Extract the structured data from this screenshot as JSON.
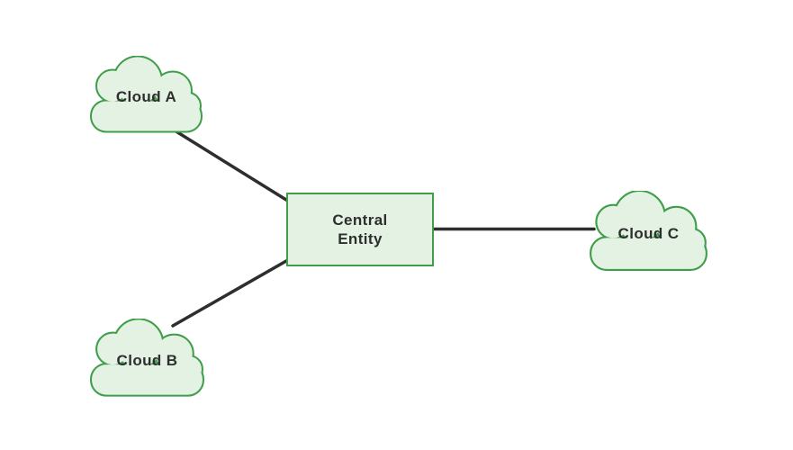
{
  "diagram": {
    "nodes": {
      "cloud_a": {
        "label": "Cloud A",
        "shape": "cloud"
      },
      "cloud_b": {
        "label": "Cloud B",
        "shape": "cloud"
      },
      "cloud_c": {
        "label": "Cloud C",
        "shape": "cloud"
      },
      "central": {
        "label": "Central\nEntity",
        "shape": "rectangle"
      }
    },
    "edges": [
      {
        "from": "cloud_a",
        "to": "central"
      },
      {
        "from": "cloud_b",
        "to": "central"
      },
      {
        "from": "central",
        "to": "cloud_c"
      }
    ]
  },
  "colors": {
    "node_fill": "#E4F2E4",
    "node_border": "#3F9E49",
    "edge": "#2E2E2E",
    "text": "#2E2E2E",
    "background": "#FFFFFF"
  }
}
